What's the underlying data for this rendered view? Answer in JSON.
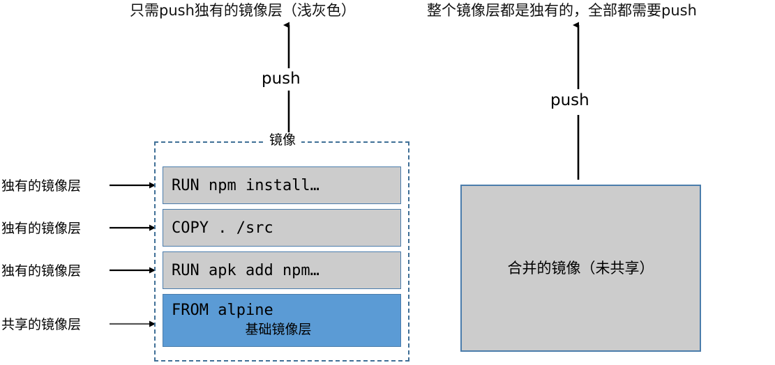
{
  "captions": {
    "left": "只需push独有的镜像层（浅灰色）",
    "right": "整个镜像层都是独有的，全部都需要push"
  },
  "arrows": {
    "push_left_label": "push",
    "push_right_label": "push",
    "arrow_color": "#000000"
  },
  "left_diagram": {
    "group_title": "镜像",
    "group_border_color": "#3f6f96",
    "layer_border_color": "#4a7cab",
    "unique_layer_color": "#cccccc",
    "base_layer_color": "#5b9bd5",
    "layers": [
      {
        "command": "RUN npm install…",
        "side_label": "独有的镜像层"
      },
      {
        "command": "COPY . /src",
        "side_label": "独有的镜像层"
      },
      {
        "command": "RUN apk add npm…",
        "side_label": "独有的镜像层"
      },
      {
        "command": "FROM alpine",
        "sub_label": "基础镜像层",
        "side_label": "共享的镜像层"
      }
    ]
  },
  "right_diagram": {
    "box_label": "合并的镜像（未共享）",
    "box_fill_color": "#cccccc",
    "box_border_color": "#4a7cab"
  }
}
